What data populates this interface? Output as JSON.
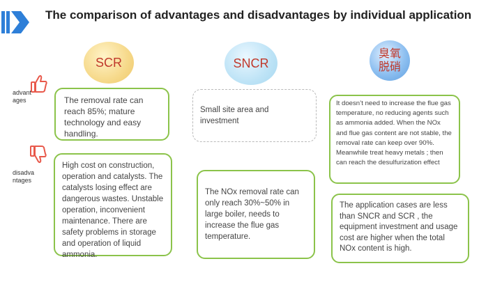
{
  "title": "The comparison of advantages and disadvantages by individual application",
  "row_labels": {
    "advantages": "advant ages",
    "disadvantages": "disadva ntages"
  },
  "columns": [
    {
      "name": "SCR"
    },
    {
      "name": "SNCR"
    },
    {
      "name_line1": "臭氧",
      "name_line2": "脱硝"
    }
  ],
  "cells": {
    "scr_advantage": "The removal rate can reach 85%; mature technology and easy handling.",
    "scr_disadvantage": "High cost on construction, operation and catalysts. The catalysts losing effect are dangerous wastes. Unstable operation, inconvenient maintenance. There are safety problems in storage and operation of liquid ammonia.",
    "sncr_advantage": "Small site area and investment",
    "sncr_disadvantage": "The NOx removal rate can only reach 30%~50% in large boiler, needs to increase the flue gas temperature.",
    "ozone_advantage": "It doesn’t need to increase the flue gas temperature, no reducing agents such as ammonia added. When the NOx and flue gas content are not stable, the removal rate can keep over 90%. Meanwhile treat heavy metals ; then can reach the desulfurization effect",
    "ozone_disadvantage": "The application cases are less than SNCR and SCR , the equipment investment and usage cost are higher when the total NOx content is high."
  },
  "colors": {
    "card_border": "#8bc34a",
    "thumb_icon": "#e8584a",
    "accent_blue": "#2e7fd8",
    "bubble_text": "#c0392b"
  },
  "icons": [
    "chevron-logo-icon",
    "thumbs-up-icon",
    "thumbs-down-icon"
  ]
}
